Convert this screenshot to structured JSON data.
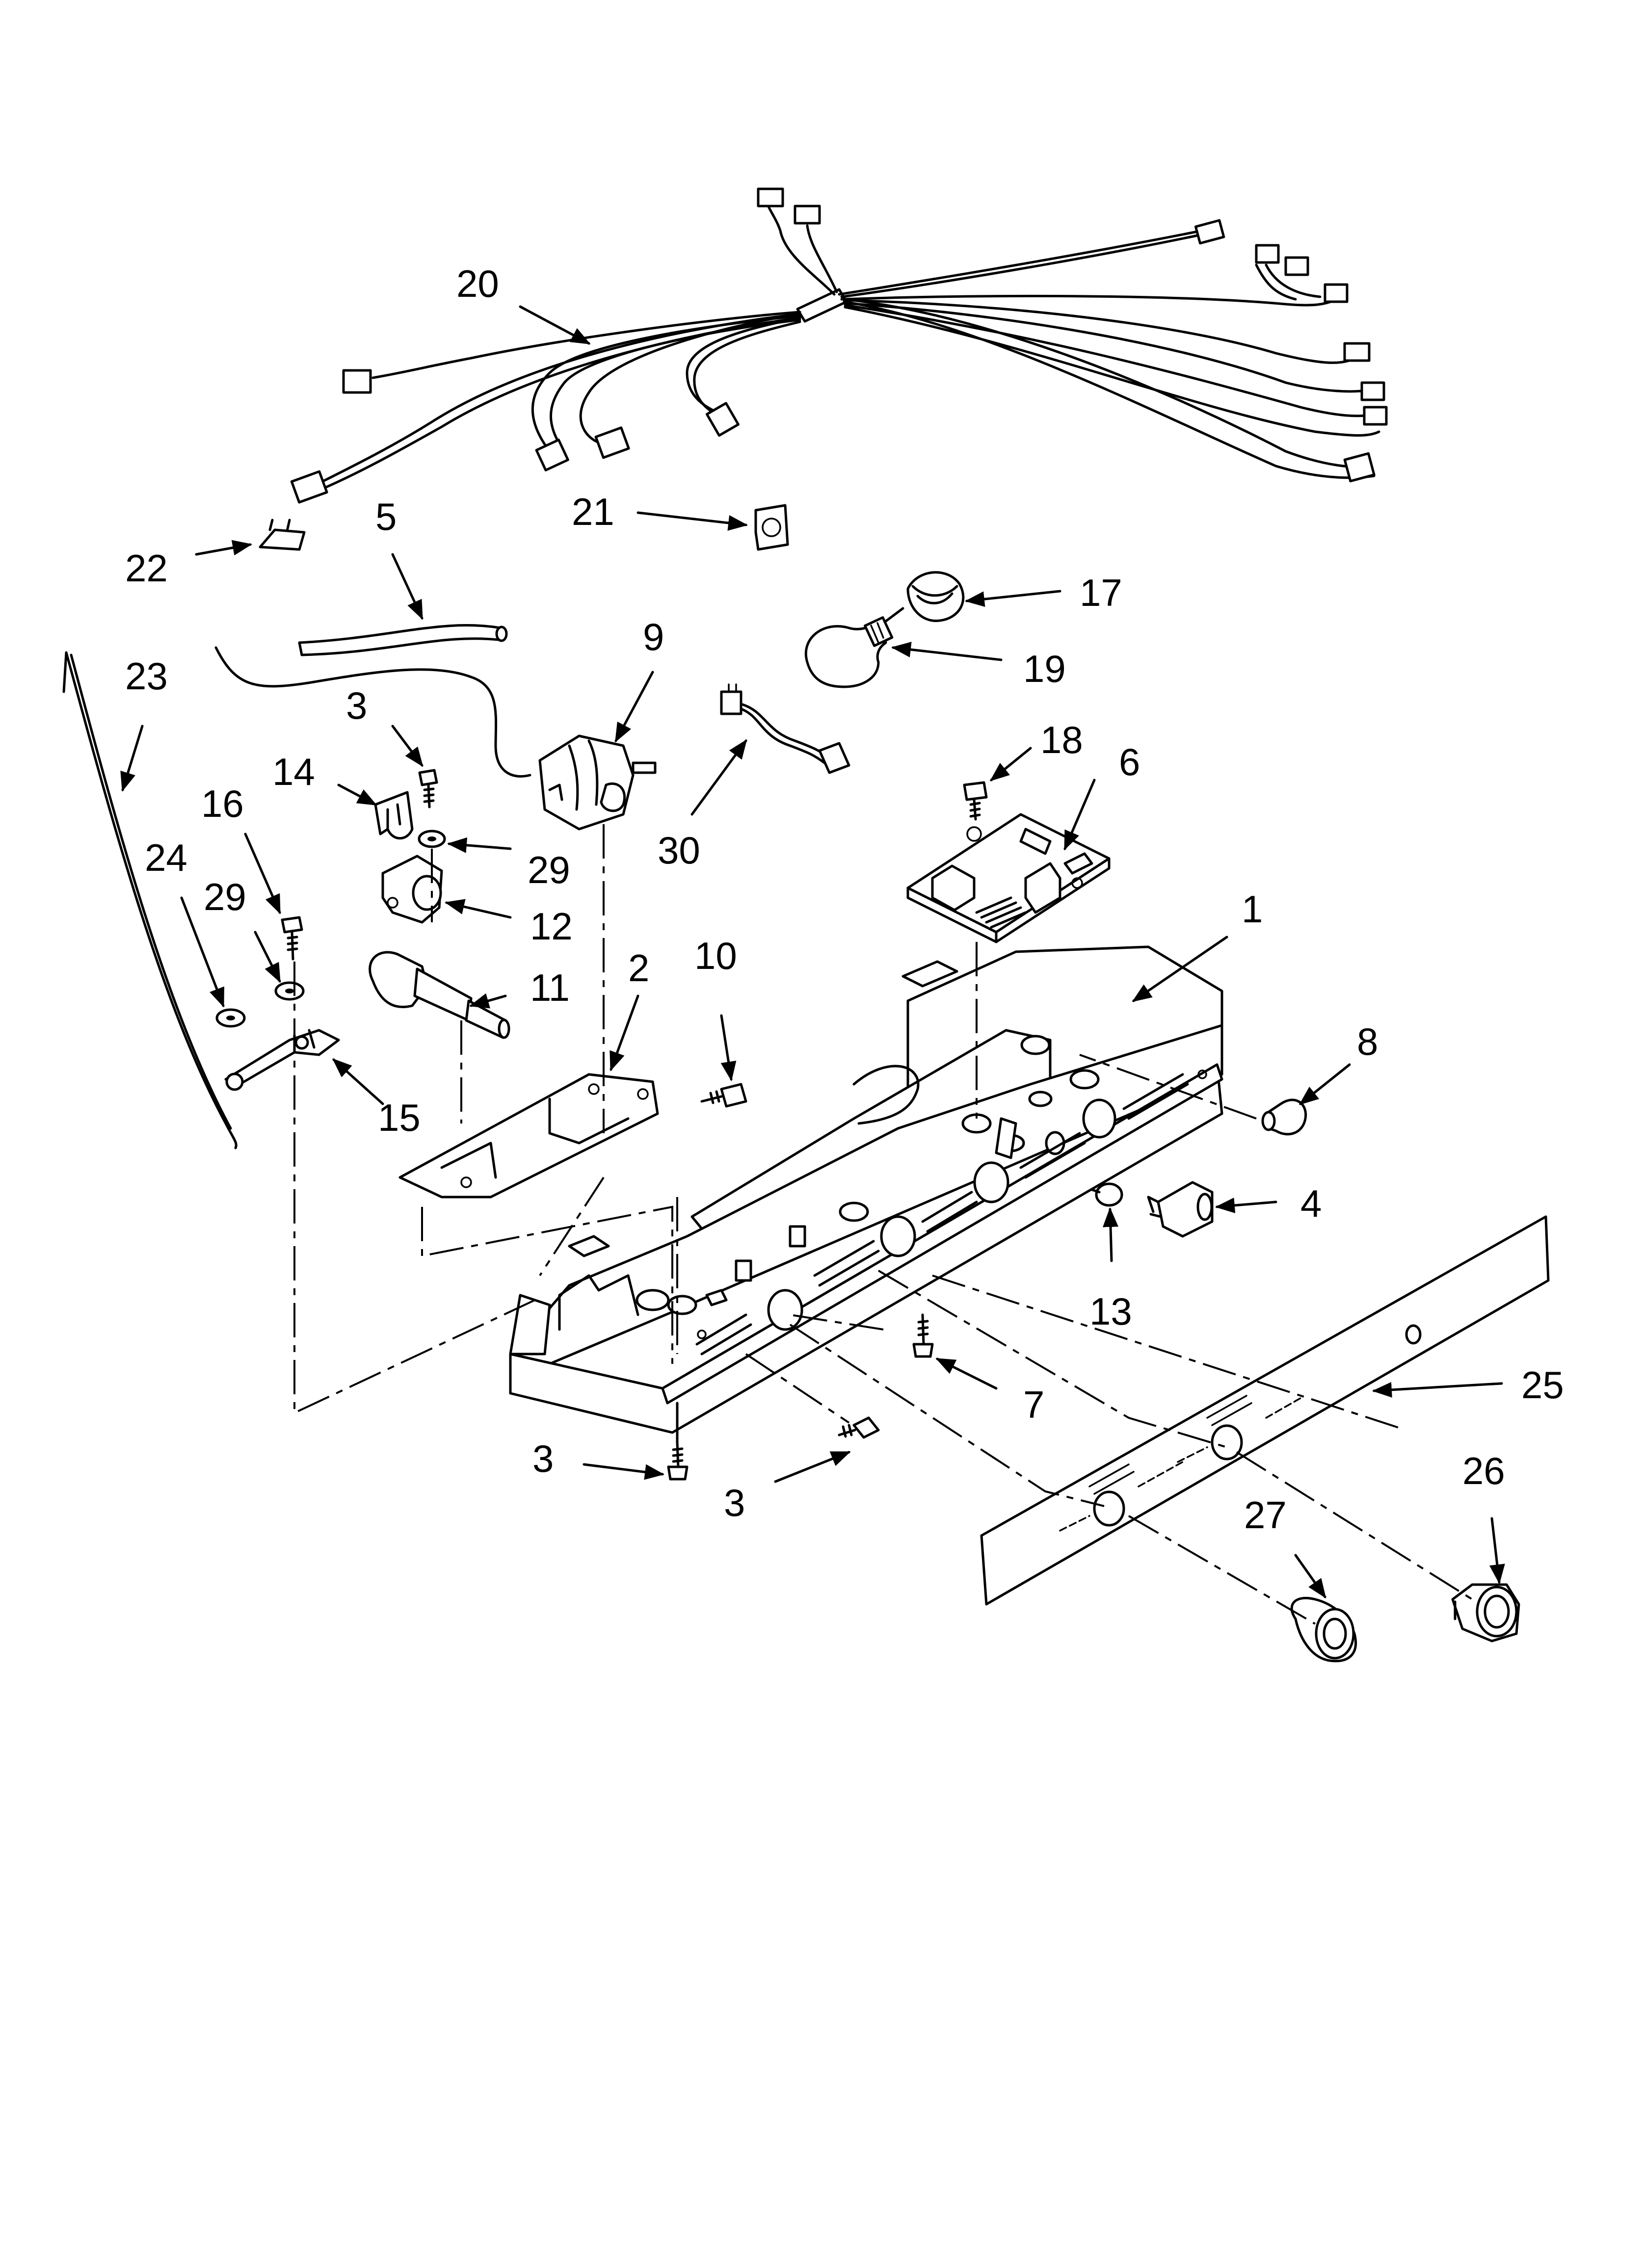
{
  "diagram": {
    "callouts": [
      {
        "id": "20",
        "text": "20"
      },
      {
        "id": "21",
        "text": "21"
      },
      {
        "id": "22",
        "text": "22"
      },
      {
        "id": "5",
        "text": "5"
      },
      {
        "id": "17",
        "text": "17"
      },
      {
        "id": "19",
        "text": "19"
      },
      {
        "id": "9",
        "text": "9"
      },
      {
        "id": "23",
        "text": "23"
      },
      {
        "id": "3a",
        "text": "3"
      },
      {
        "id": "14",
        "text": "14"
      },
      {
        "id": "16",
        "text": "16"
      },
      {
        "id": "24",
        "text": "24"
      },
      {
        "id": "29a",
        "text": "29"
      },
      {
        "id": "29b",
        "text": "29"
      },
      {
        "id": "12",
        "text": "12"
      },
      {
        "id": "11",
        "text": "11"
      },
      {
        "id": "15",
        "text": "15"
      },
      {
        "id": "2",
        "text": "2"
      },
      {
        "id": "10",
        "text": "10"
      },
      {
        "id": "30",
        "text": "30"
      },
      {
        "id": "18",
        "text": "18"
      },
      {
        "id": "6",
        "text": "6"
      },
      {
        "id": "1",
        "text": "1"
      },
      {
        "id": "8",
        "text": "8"
      },
      {
        "id": "4",
        "text": "4"
      },
      {
        "id": "13",
        "text": "13"
      },
      {
        "id": "7",
        "text": "7"
      },
      {
        "id": "25",
        "text": "25"
      },
      {
        "id": "3b",
        "text": "3"
      },
      {
        "id": "3c",
        "text": "3"
      },
      {
        "id": "26",
        "text": "26"
      },
      {
        "id": "27",
        "text": "27"
      }
    ]
  }
}
